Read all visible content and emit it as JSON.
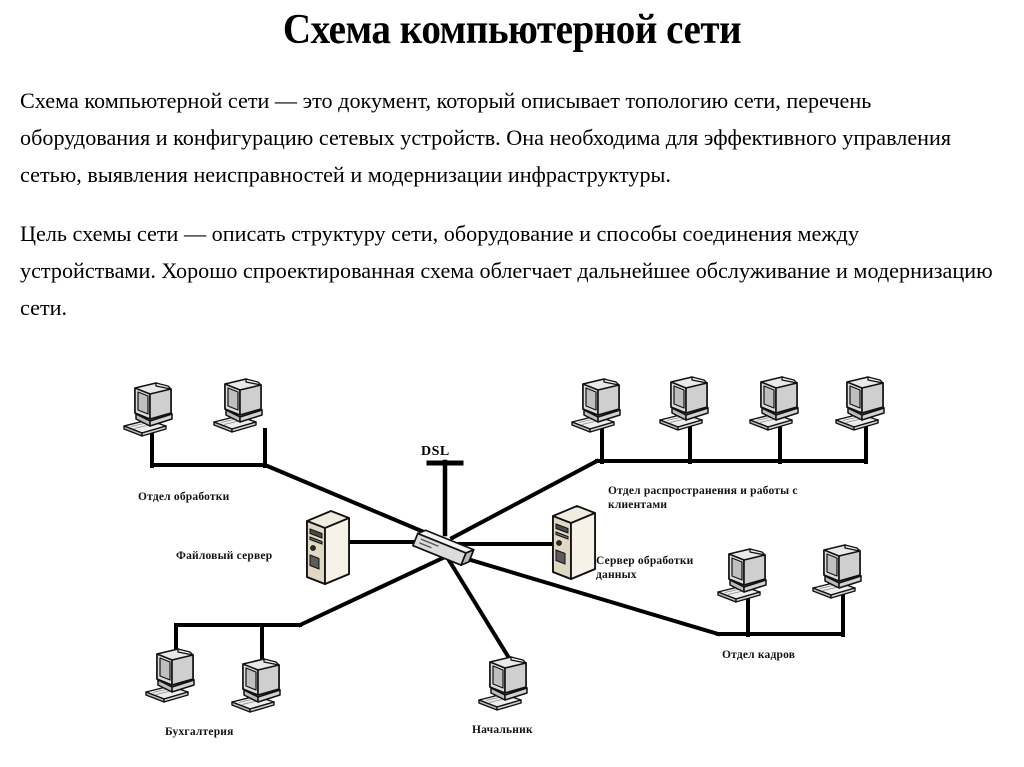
{
  "document": {
    "title": "Схема компьютерной сети",
    "paragraphs": [
      "Схема компьютерной сети — это документ, который описывает топологию сети, перечень оборудования и конфигурацию сетевых устройств. Она необходима для эффективного управления сетью, выявления неисправностей и модернизации инфраструктуры.",
      "Цель схемы сети — описать структуру сети, оборудование и способы соединения между устройствами. Хорошо спроектированная схема облегчает дальнейшее обслуживание и модернизацию сети."
    ]
  },
  "diagram": {
    "dsl_label": "DSL",
    "labels": {
      "processing_department": "Отдел обработки",
      "file_server": "Файловый сервер",
      "distribution_department": "Отдел распространения и работы с клиентами",
      "data_server": "Сервер обработки данных",
      "hr_department": "Отдел кадров",
      "accounting": "Бухгалтерия",
      "manager": "Начальник"
    },
    "nodes": [
      {
        "id": "processing-department",
        "type": "workstation-group",
        "label": "Отдел обработки",
        "count": 2
      },
      {
        "id": "file-server",
        "type": "server",
        "label": "Файловый сервер",
        "count": 1
      },
      {
        "id": "distribution-department",
        "type": "workstation-group",
        "label": "Отдел распространения и работы с клиентами",
        "count": 4
      },
      {
        "id": "data-server",
        "type": "server",
        "label": "Сервер обработки данных",
        "count": 1
      },
      {
        "id": "hr-department",
        "type": "workstation-group",
        "label": "Отдел кадров",
        "count": 2
      },
      {
        "id": "accounting",
        "type": "workstation-group",
        "label": "Бухгалтерия",
        "count": 2
      },
      {
        "id": "manager",
        "type": "workstation",
        "label": "Начальник",
        "count": 1
      },
      {
        "id": "switch",
        "type": "switch",
        "label": "",
        "count": 1
      },
      {
        "id": "dsl-uplink",
        "type": "uplink",
        "label": "DSL",
        "count": 1
      }
    ],
    "links": [
      {
        "from": "switch",
        "to": "dsl-uplink"
      },
      {
        "from": "switch",
        "to": "processing-department"
      },
      {
        "from": "switch",
        "to": "file-server"
      },
      {
        "from": "switch",
        "to": "distribution-department"
      },
      {
        "from": "switch",
        "to": "data-server"
      },
      {
        "from": "switch",
        "to": "hr-department"
      },
      {
        "from": "switch",
        "to": "accounting"
      },
      {
        "from": "switch",
        "to": "manager"
      }
    ],
    "colors": {
      "line": "#000000",
      "server_body": "#efeada",
      "server_side": "#ded6c0",
      "monitor": "#e8e8e8",
      "monitor_screen": "#c9c9c9",
      "background": "#ffffff"
    }
  }
}
